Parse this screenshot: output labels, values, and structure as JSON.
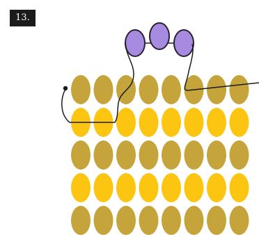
{
  "step": {
    "label": "13."
  },
  "colors": {
    "bead_dark": "#c4a43b",
    "bead_bright": "#fbc512",
    "bead_accent": "#a78be0",
    "thread": "#1a1a1a"
  },
  "diagram": {
    "beads_per_row": 8,
    "row_colors": [
      "dark",
      "bright",
      "dark",
      "bright",
      "dark"
    ],
    "accent_bead_count": 3
  }
}
